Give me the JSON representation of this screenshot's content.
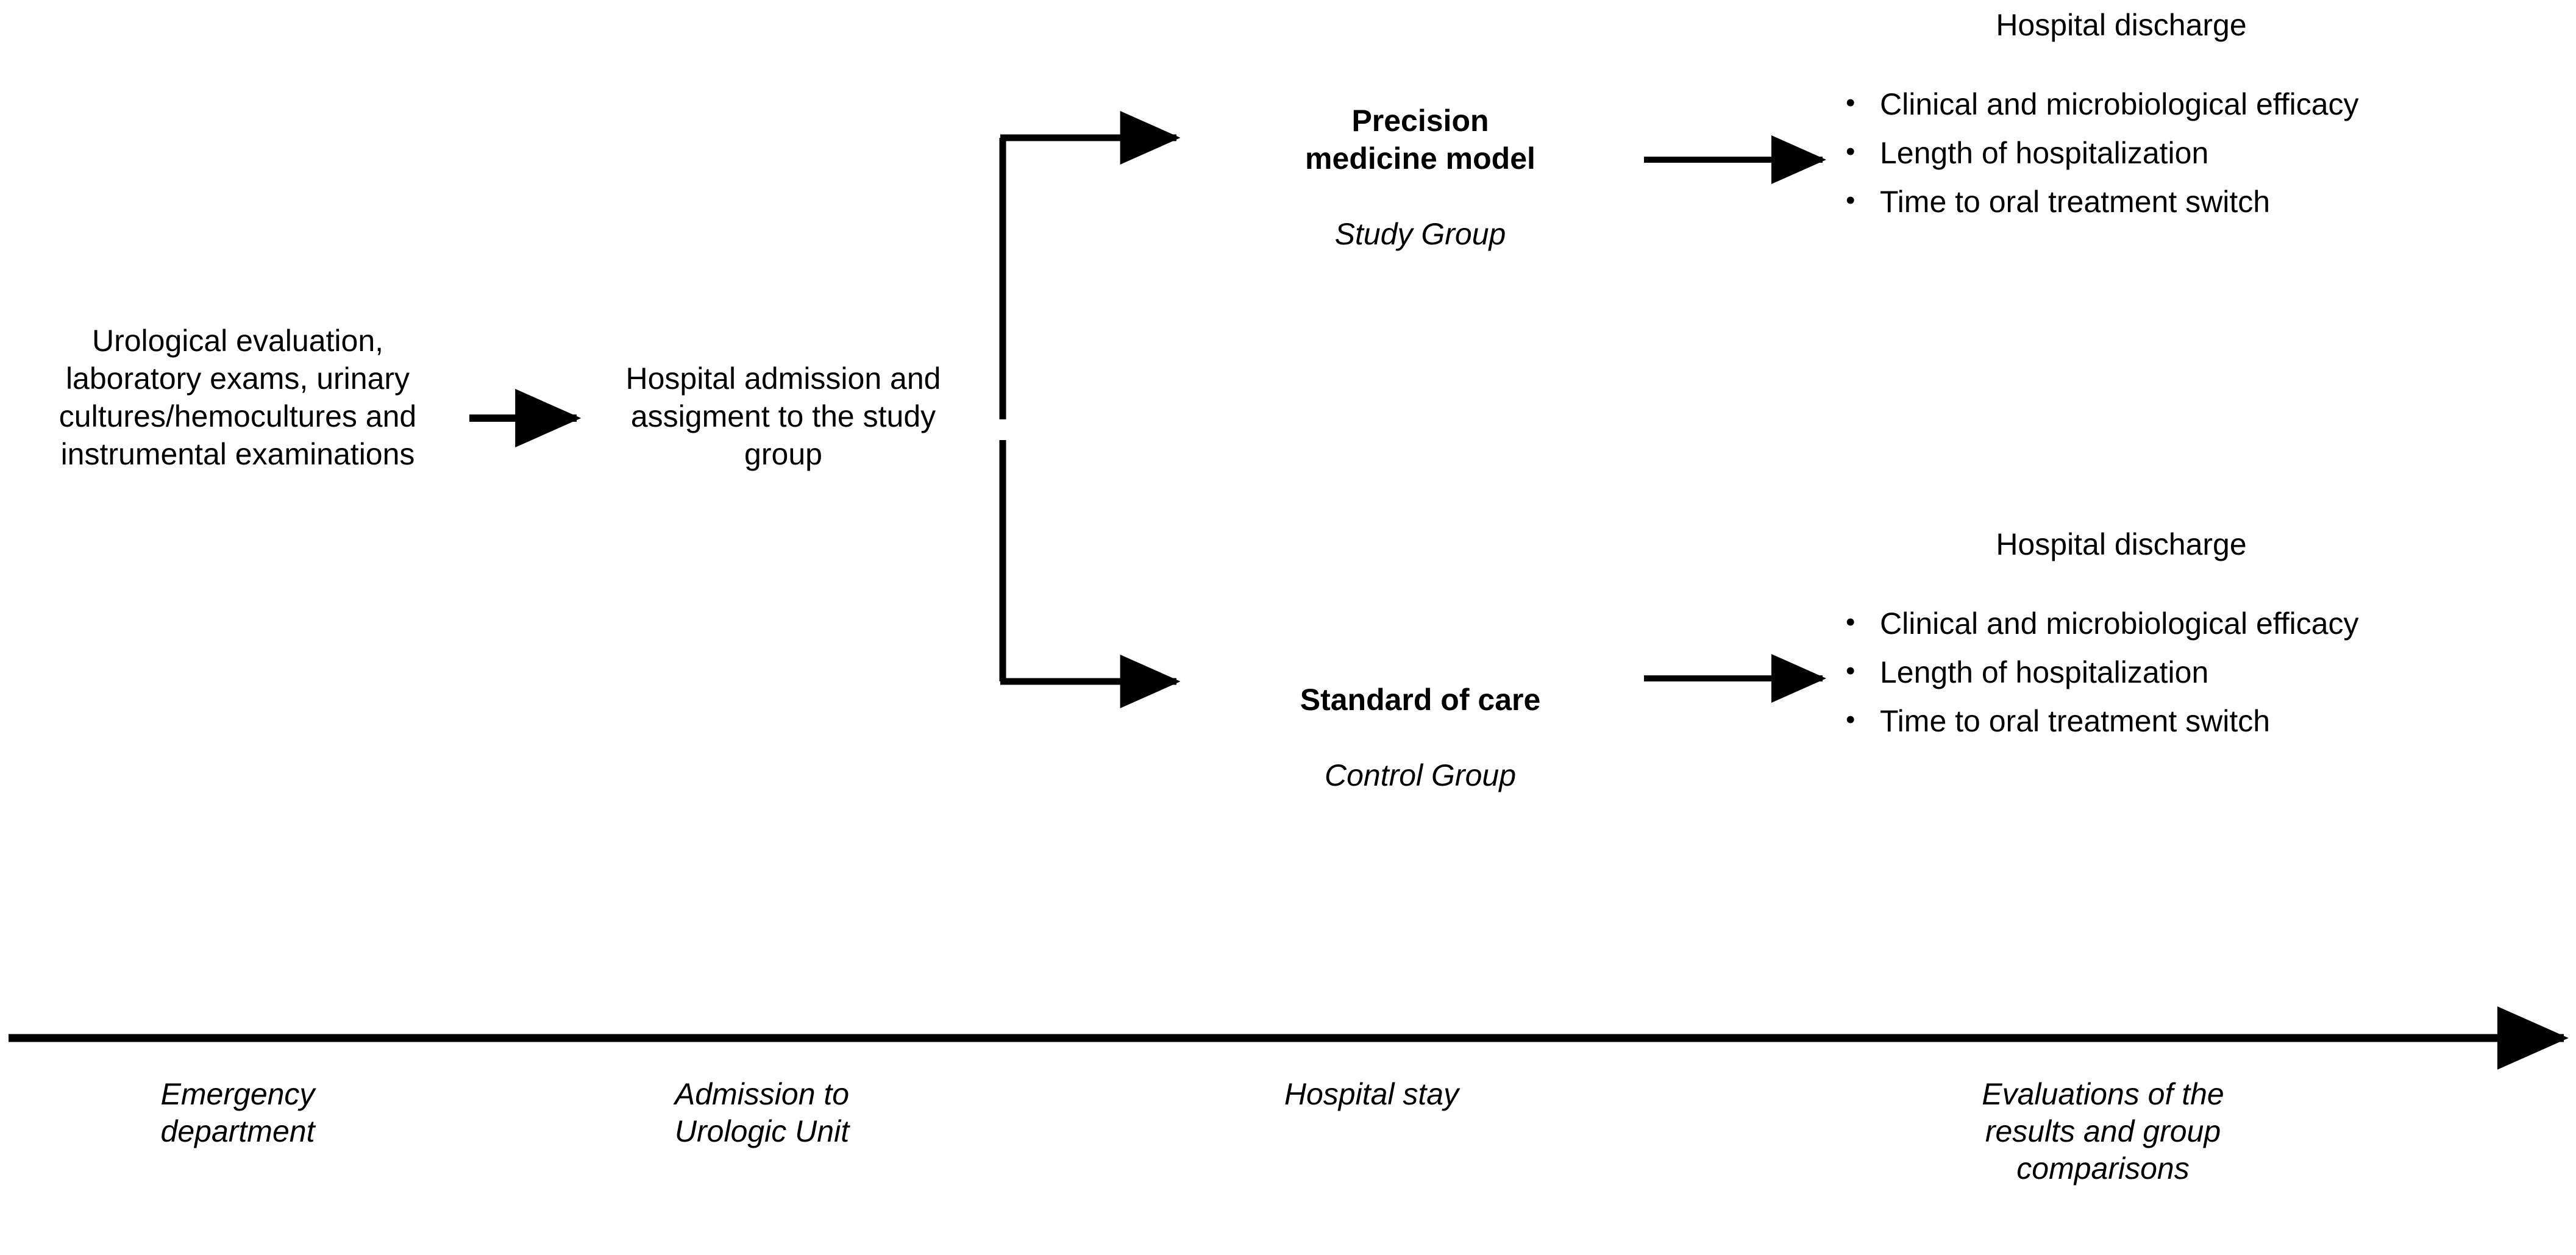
{
  "figure": {
    "type": "study-flow-diagram",
    "background_color": "#ffffff",
    "line_color": "#000000"
  },
  "nodes": {
    "intake": {
      "text": "Urological evaluation,\nlaboratory exams, urinary\ncultures/hemocultures and\ninstrumental examinations"
    },
    "admission": {
      "text": "Hospital admission and\nassigment to the study\ngroup"
    },
    "study_arm": {
      "title": "Precision\nmedicine model",
      "subtitle": "Study Group"
    },
    "control_arm": {
      "title": "Standard of care",
      "subtitle": "Control Group"
    }
  },
  "outcomes": {
    "study": {
      "heading": "Hospital discharge",
      "items": [
        "Clinical and microbiological efficacy",
        "Length of hospitalization",
        "Time to oral treatment switch"
      ]
    },
    "control": {
      "heading": "Hospital discharge",
      "items": [
        "Clinical and microbiological efficacy",
        "Length of hospitalization",
        "Time to oral treatment switch"
      ]
    }
  },
  "timeline": {
    "phases": [
      {
        "label": "Emergency\ndepartment"
      },
      {
        "label": "Admission to\nUrologic Unit"
      },
      {
        "label": "Hospital stay"
      },
      {
        "label": "Evaluations of the\nresults and group\ncomparisons"
      }
    ]
  }
}
